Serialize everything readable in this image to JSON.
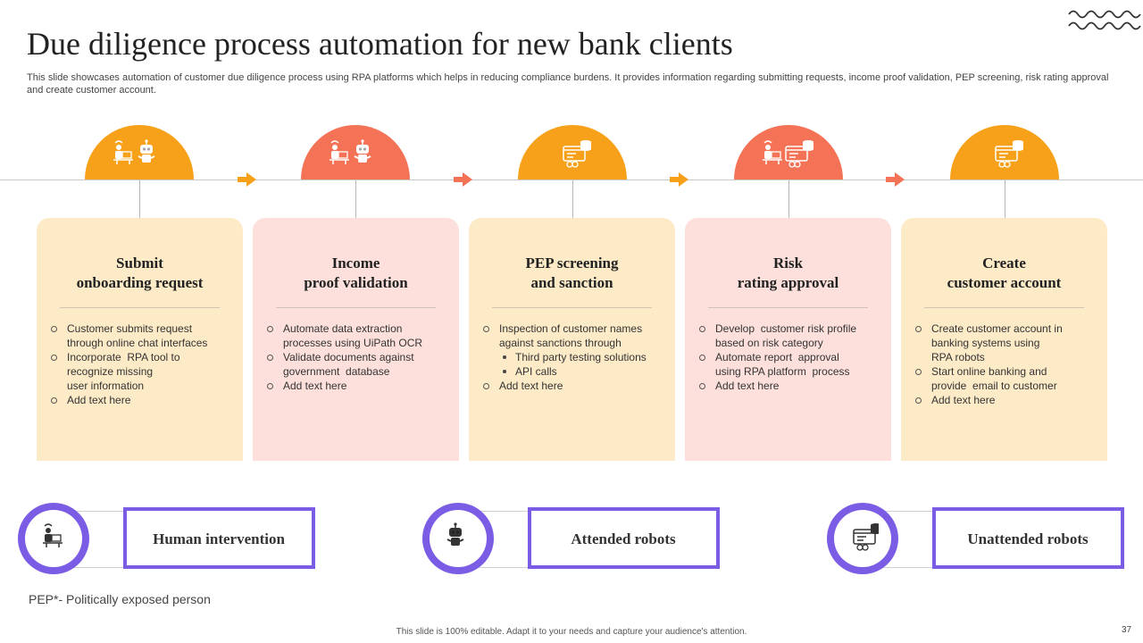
{
  "slide": {
    "title": "Due diligence process automation for new bank clients",
    "subtitle": "This slide showcases automation of customer due diligence process using RPA platforms which helps in reducing compliance burdens. It provides information regarding submitting requests, income proof validation, PEP screening, risk rating approval and create customer account.",
    "colors": {
      "orange": "#f7a11b",
      "coral": "#f47256",
      "card_orange": "#fdebc8",
      "card_coral": "#fde0db",
      "purple": "#7b5ce5"
    }
  },
  "steps": [
    {
      "title_line1": "Submit",
      "title_line2": "onboarding request",
      "icon": "human-and-robot-icon",
      "items": [
        {
          "text": "Customer submits request\nthrough online chat interfaces",
          "sub": []
        },
        {
          "text": "Incorporate  RPA tool to\nrecognize missing\nuser information",
          "sub": []
        },
        {
          "text": "Add text here",
          "sub": []
        }
      ]
    },
    {
      "title_line1": "Income",
      "title_line2": "proof validation",
      "icon": "human-and-robot-icon",
      "items": [
        {
          "text": "Automate data extraction\nprocesses using UiPath OCR",
          "sub": []
        },
        {
          "text": "Validate documents against\ngovernment  database",
          "sub": []
        },
        {
          "text": "Add text here",
          "sub": []
        }
      ]
    },
    {
      "title_line1": "PEP screening",
      "title_line2": "and sanction",
      "icon": "server-automation-icon",
      "items": [
        {
          "text": "Inspection of customer names\nagainst sanctions through",
          "sub": [
            "Third  party testing solutions",
            "API calls"
          ]
        },
        {
          "text": "Add text here",
          "sub": []
        }
      ]
    },
    {
      "title_line1": "Risk",
      "title_line2": "rating approval",
      "icon": "human-and-server-icon",
      "items": [
        {
          "text": "Develop  customer risk profile\nbased on risk category",
          "sub": []
        },
        {
          "text": "Automate report  approval\nusing RPA platform  process",
          "sub": []
        },
        {
          "text": "Add text here",
          "sub": []
        }
      ]
    },
    {
      "title_line1": "Create",
      "title_line2": "customer account",
      "icon": "server-automation-icon",
      "items": [
        {
          "text": "Create customer account in\nbanking systems using\nRPA robots",
          "sub": []
        },
        {
          "text": "Start online banking and\nprovide  email to customer",
          "sub": []
        },
        {
          "text": "Add text here",
          "sub": []
        }
      ]
    }
  ],
  "legend": [
    {
      "label": "Human intervention",
      "icon": "human-at-desk-icon"
    },
    {
      "label": "Attended robots",
      "icon": "robot-icon"
    },
    {
      "label": "Unattended robots",
      "icon": "server-automation-icon"
    }
  ],
  "footnote": "PEP*- Politically exposed person",
  "footer_note": "This slide is 100% editable.  Adapt it to your needs and capture your audience's attention.",
  "page_number": "37"
}
